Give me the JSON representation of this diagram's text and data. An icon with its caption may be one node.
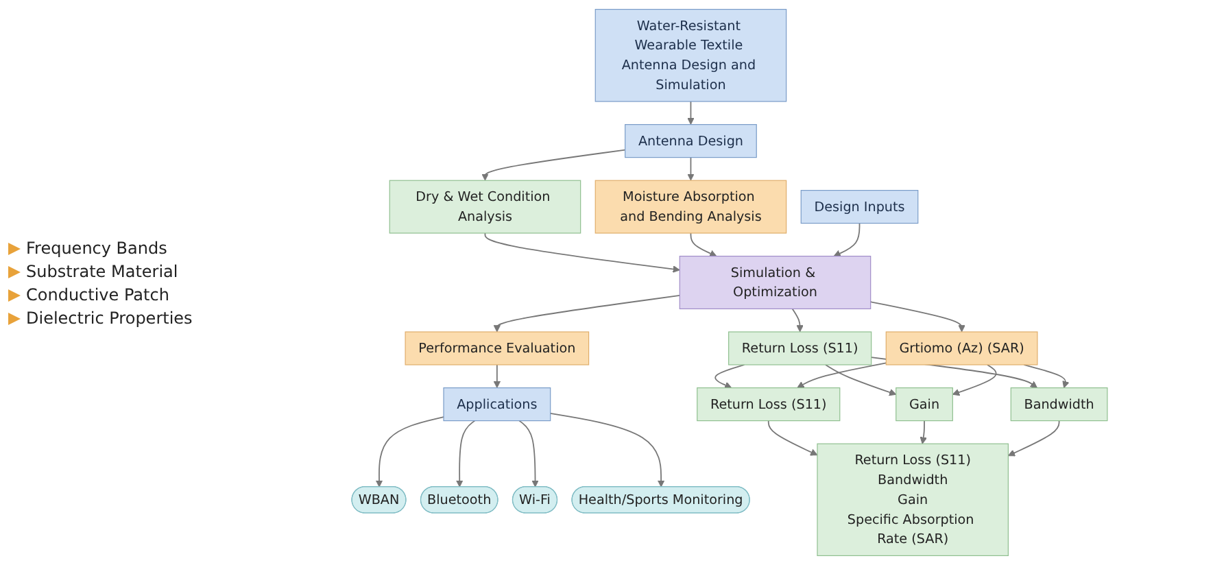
{
  "diagram": {
    "nodes": [
      {
        "text": [
          "Water-Resistant Wearable Textile Antenna Design and Simulation"
        ]
      },
      {
        "text": [
          "Antenna Design"
        ]
      },
      {
        "text": [
          "Dry & Wet Condition Analysis"
        ]
      },
      {
        "text": [
          "Moisture Absorption and Bending Analysis"
        ]
      },
      {
        "text": [
          "Design Inputs"
        ],
        "beside": [
          "Frequency Bands",
          "Substrate Material",
          "Conductive Patch",
          "Dielectric Properties"
        ]
      },
      {
        "text": [
          "Simulation & Optimization"
        ]
      },
      {
        "text": [
          "Performance Evaluation"
        ]
      },
      {
        "text": [
          "Return Loss (S11)"
        ]
      },
      {
        "text": [
          "Grtiomo (Az) (SAR)"
        ]
      },
      {
        "text": [
          "Return Loss (S11)"
        ]
      },
      {
        "text": [
          "Gain"
        ]
      },
      {
        "text": [
          "Bandwidth"
        ]
      },
      {
        "text": [
          "Return Loss (S11)",
          "Bandwidth",
          "Gain",
          "Specific Absorption Rate (SAR)"
        ]
      },
      {
        "text": [
          "Applications"
        ]
      },
      {
        "text": [
          "WBAN"
        ]
      },
      {
        "text": [
          "Bluetooth"
        ]
      },
      {
        "text": [
          "Wi-Fi"
        ]
      },
      {
        "text": [
          "Health/Sports Monitoring"
        ]
      }
    ],
    "edges": [
      {
        "from": 0,
        "to": 1,
        "arrow": "to"
      },
      {
        "from": 1,
        "to": 2,
        "arrow": "to"
      },
      {
        "from": 1,
        "to": 3,
        "arrow": "to"
      },
      {
        "from": 2,
        "to": 5,
        "arrow": "to"
      },
      {
        "from": 3,
        "to": 5,
        "arrow": "to"
      },
      {
        "from": 4,
        "to": 5,
        "arrow": "to"
      },
      {
        "from": 5,
        "to": 6,
        "arrow": "to"
      },
      {
        "from": 5,
        "to": 7,
        "arrow": "to"
      },
      {
        "from": 5,
        "to": 8,
        "arrow": "to"
      },
      {
        "from": 7,
        "to": 9,
        "arrow": "to"
      },
      {
        "from": 7,
        "to": 10,
        "arrow": "to"
      },
      {
        "from": 7,
        "to": 11,
        "arrow": "to"
      },
      {
        "from": 8,
        "to": 9,
        "arrow": "to"
      },
      {
        "from": 8,
        "to": 10,
        "arrow": "to"
      },
      {
        "from": 8,
        "to": 11,
        "arrow": "to"
      },
      {
        "from": 9,
        "to": 12,
        "arrow": "to"
      },
      {
        "from": 10,
        "to": 12,
        "arrow": "to"
      },
      {
        "from": 11,
        "to": 12,
        "arrow": "to"
      },
      {
        "from": 6,
        "to": 13,
        "arrow": "to"
      },
      {
        "from": 13,
        "to": 14,
        "arrow": "to"
      },
      {
        "from": 13,
        "to": 15,
        "arrow": "to"
      },
      {
        "from": 13,
        "to": 16,
        "arrow": "to"
      },
      {
        "from": 13,
        "to": 17,
        "arrow": "to"
      }
    ]
  }
}
